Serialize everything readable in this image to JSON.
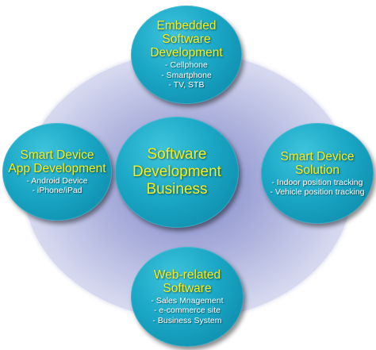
{
  "center": {
    "title_lines": [
      "Software",
      "Development",
      "Business"
    ]
  },
  "nodes": {
    "top": {
      "title_lines": [
        "Embedded",
        "Software",
        "Development"
      ],
      "items": [
        "- Cellphone",
        "- Smartphone",
        "- TV, STB"
      ]
    },
    "left": {
      "title_lines": [
        "Smart Device",
        "App Development"
      ],
      "items": [
        "- Android Device",
        "- iPhone/iPad"
      ]
    },
    "right": {
      "title_lines": [
        "Smart Device",
        "Solution"
      ],
      "items": [
        "- Indoor position tracking",
        "- Vehicle position tracking"
      ]
    },
    "bottom": {
      "title_lines": [
        "Web-related",
        "Software"
      ],
      "items": [
        "- Sales Mnagement",
        "- e-commerce site",
        "- Business System"
      ]
    }
  },
  "colors": {
    "bubble": "#1aa7c5",
    "title_text": "#f4ef1a",
    "item_text": "#ffffff",
    "ring": "#a9aedb"
  }
}
